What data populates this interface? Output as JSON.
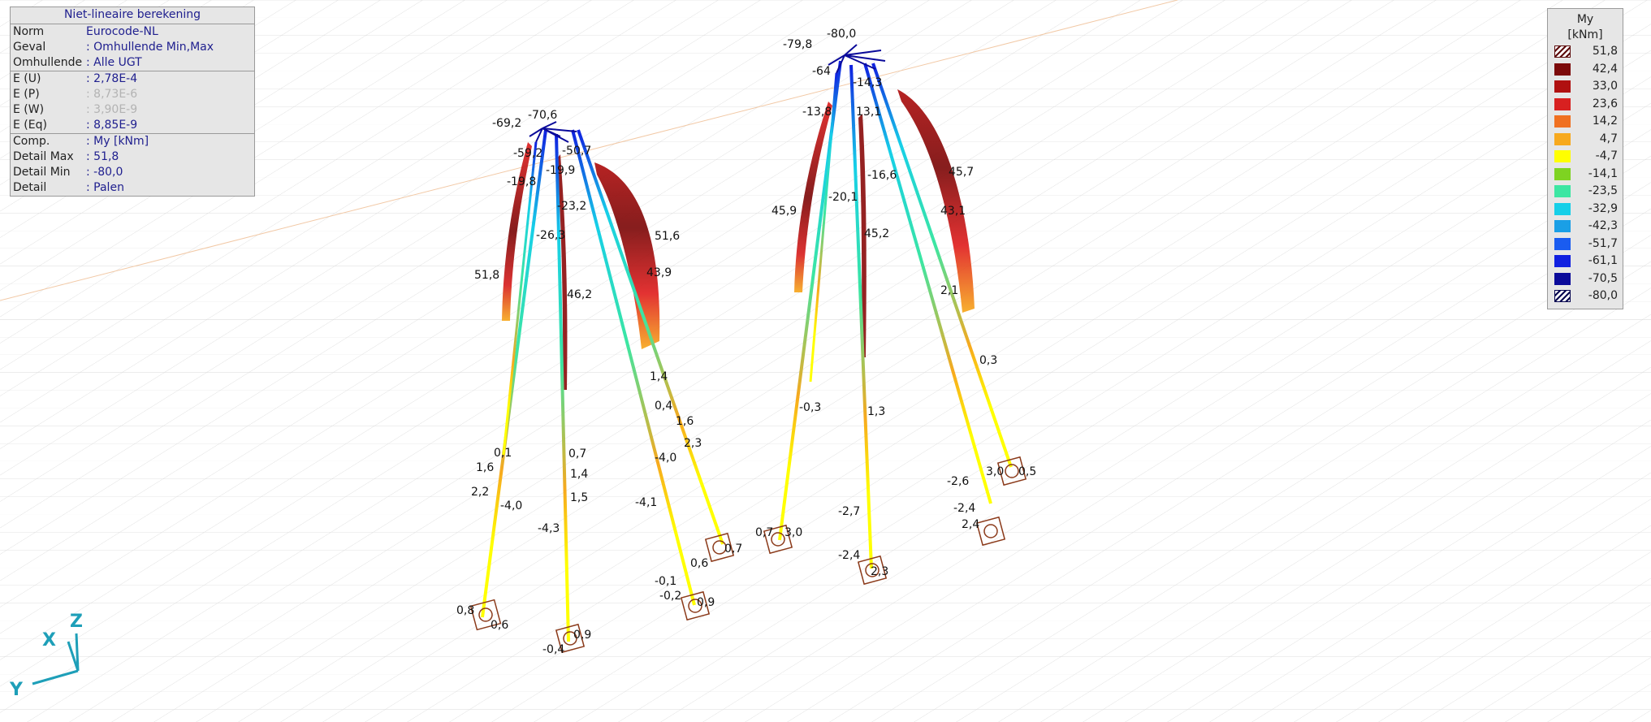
{
  "info_panel": {
    "title": "Niet-lineaire berekening",
    "rows": [
      {
        "key": "Norm",
        "value": "Eurocode-NL"
      },
      {
        "key": "Geval",
        "value": ": Omhullende Min,Max"
      },
      {
        "key": "Omhullende",
        "value": ": Alle UGT"
      },
      {
        "key": "E (U)",
        "value": ": 2,78E-4"
      },
      {
        "key": "E (P)",
        "value": ": 8,73E-6"
      },
      {
        "key": "E (W)",
        "value": ": 3,90E-9"
      },
      {
        "key": "E (Eq)",
        "value": ": 8,85E-9"
      },
      {
        "key": "Comp.",
        "value": ": My [kNm]"
      },
      {
        "key": "Detail Max",
        "value": ": 51,8"
      },
      {
        "key": "Detail Min",
        "value": ": -80,0"
      },
      {
        "key": "Detail",
        "value": ": Palen"
      }
    ]
  },
  "legend": {
    "title": "My",
    "unit": "[kNm]",
    "items": [
      {
        "value": "51,8",
        "color": "#5c0b0b",
        "hatch": true
      },
      {
        "value": "42,4",
        "color": "#7c0a0a"
      },
      {
        "value": "33,0",
        "color": "#b01010"
      },
      {
        "value": "23,6",
        "color": "#d82020"
      },
      {
        "value": "14,2",
        "color": "#f07020"
      },
      {
        "value": "4,7",
        "color": "#f7a91e"
      },
      {
        "value": "-4,7",
        "color": "#ffff00"
      },
      {
        "value": "-14,1",
        "color": "#7ed321"
      },
      {
        "value": "-23,5",
        "color": "#3ce6a2"
      },
      {
        "value": "-32,9",
        "color": "#16cfe8"
      },
      {
        "value": "-42,3",
        "color": "#1a9fe6"
      },
      {
        "value": "-51,7",
        "color": "#1a5cf0"
      },
      {
        "value": "-61,1",
        "color": "#1020e0"
      },
      {
        "value": "-70,5",
        "color": "#0a0a9a"
      },
      {
        "value": "-80,0",
        "color": "#04044f",
        "hatch": true
      }
    ]
  },
  "axes": {
    "x": "X",
    "y": "Y",
    "z": "Z"
  },
  "value_labels": {
    "l1": "-69,2",
    "l2": "-70,6",
    "l3": "-59,2",
    "l4": "-50,7",
    "l5": "-19,9",
    "l6": "-19,8",
    "l7": "-23,2",
    "l8": "-26,3",
    "l9": "51,6",
    "l10": "51,8",
    "l11": "43,9",
    "l12": "46,2",
    "l13": "1,4",
    "l14": "0,4",
    "l15": "1,6",
    "l16": "2,3",
    "l17": "0,1",
    "l18": "0,7",
    "l19": "1,6",
    "l20": "1,4",
    "l21": "2,2",
    "l22": "1,5",
    "l23": "-4,0",
    "l24": "-4,0",
    "l25": "-4,1",
    "l26": "-4,3",
    "l27": "0,7",
    "l28": "0,6",
    "l29": "-0,1",
    "l30": "-0,2",
    "l31": "0,9",
    "l32": "0,8",
    "l33": "0,6",
    "l34": "-0,4",
    "l35": "0,9",
    "r1": "-79,8",
    "r2": "-80,0",
    "r3": "-64",
    "r4": "-14,3",
    "r5": "-13,8",
    "r6": "13,1",
    "r7": "-16,6",
    "r8": "45,7",
    "r9": "45,9",
    "r10": "-20,1",
    "r11": "43,1",
    "r12": "45,2",
    "r13": "2,1",
    "r14": "0,3",
    "r15": "-0,3",
    "r16": "1,3",
    "r17": "-2,6",
    "r18": "3,0",
    "r19": "0,5",
    "r20": "-2,4",
    "r21": "2,4",
    "r22": "0,7",
    "r23": "3,0",
    "r24": "-2,7",
    "r25": "-2,4",
    "r26": "2,3"
  }
}
